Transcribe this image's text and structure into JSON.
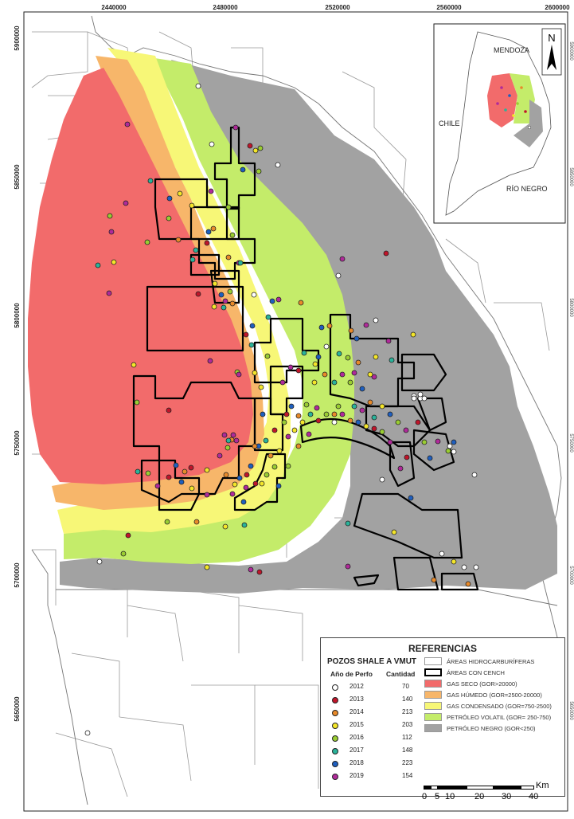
{
  "map": {
    "x_ticks": [
      "2440000",
      "2480000",
      "2520000",
      "2560000",
      "2600000"
    ],
    "y_ticks": [
      "5900000",
      "5850000",
      "5800000",
      "5750000",
      "5700000",
      "5650000"
    ],
    "zone_colors": {
      "gas_seco": "#f26b6b",
      "gas_humedo": "#f7b66a",
      "gas_condensado": "#f7f777",
      "petroleo_volatil": "#c4ec6a",
      "petroleo_negro": "#a2a2a2"
    },
    "boundary_color": "#999999",
    "cench_color": "#000000"
  },
  "inset": {
    "north_label": "N",
    "labels": {
      "mendoza": "MENDOZA",
      "chile": "CHILE",
      "rio_negro": "RÍO NEGRO"
    }
  },
  "legend": {
    "title": "REFERENCIAS",
    "wells_title": "POZOS SHALE A VMUT",
    "col_year": "Año de Perfo",
    "col_count": "Cantidad",
    "wells": [
      {
        "year": "2012",
        "count": "70",
        "color": "#ffffff"
      },
      {
        "year": "2013",
        "count": "140",
        "color": "#c0152a"
      },
      {
        "year": "2014",
        "count": "213",
        "color": "#e88a2a"
      },
      {
        "year": "2015",
        "count": "203",
        "color": "#f4e62a"
      },
      {
        "year": "2016",
        "count": "112",
        "color": "#9acd32"
      },
      {
        "year": "2017",
        "count": "148",
        "color": "#2ab39a"
      },
      {
        "year": "2018",
        "count": "223",
        "color": "#1f5fbf"
      },
      {
        "year": "2019",
        "count": "154",
        "color": "#b02a9a"
      }
    ],
    "zones": [
      {
        "label": "ÁREAS HIDROCARBURÍFERAS",
        "color": "#ffffff",
        "style": "thin"
      },
      {
        "label": "ÁREAS CON CENCH",
        "color": "#ffffff",
        "style": "thick"
      },
      {
        "label": "GAS SECO (GOR>20000)",
        "color": "#f26b6b",
        "style": "fill"
      },
      {
        "label": "GAS HÚMEDO (GOR=2500-20000)",
        "color": "#f7b66a",
        "style": "fill"
      },
      {
        "label": "GAS CONDENSADO (GOR=750-2500)",
        "color": "#f7f777",
        "style": "fill"
      },
      {
        "label": "PETRÓLEO VOLATIL (GOR= 250-750)",
        "color": "#c4ec6a",
        "style": "fill"
      },
      {
        "label": "PETRÓLEO NEGRO (GOR<250)",
        "color": "#a2a2a2",
        "style": "fill"
      }
    ]
  },
  "scale": {
    "unit": "Km",
    "ticks": [
      "0",
      "5",
      "10",
      "20",
      "30",
      "40"
    ]
  }
}
